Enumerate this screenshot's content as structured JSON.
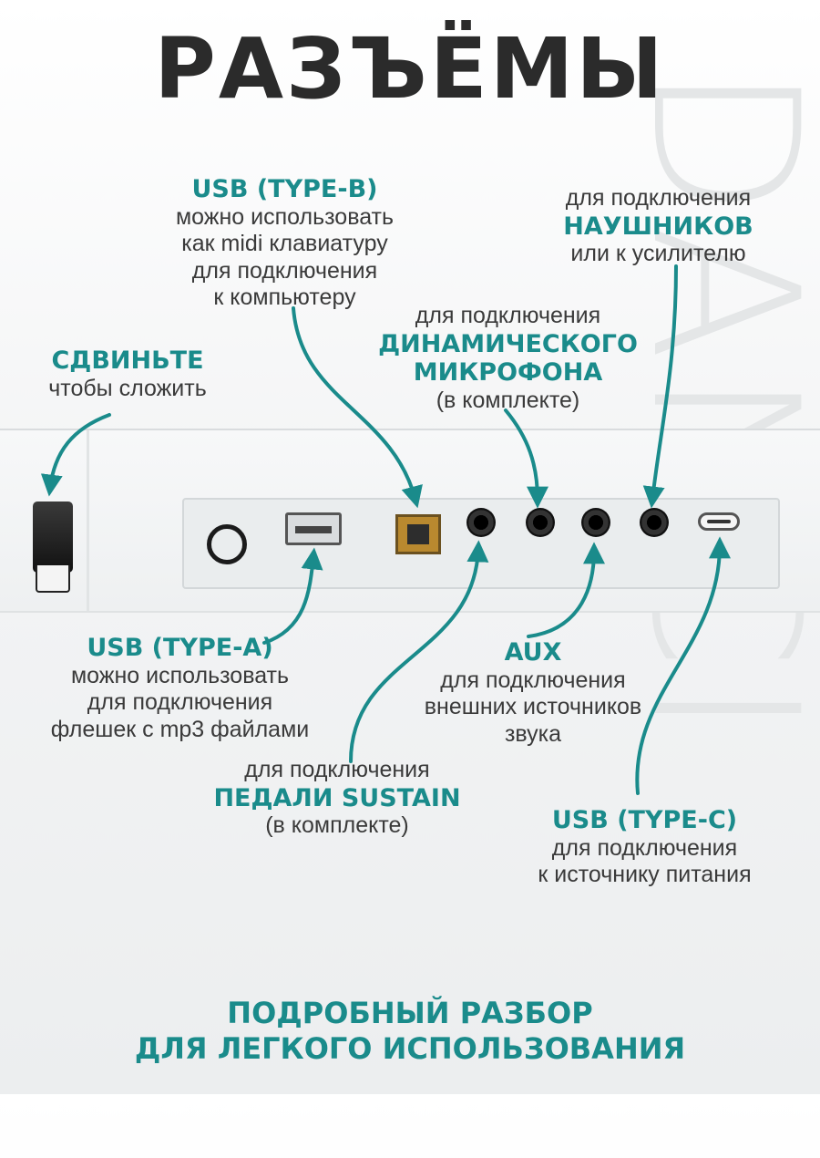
{
  "title": "РАЗЪЁМЫ",
  "watermark": "DANCI",
  "labels": {
    "slide": {
      "title": "СДВИНЬТЕ",
      "desc1": "чтобы сложить"
    },
    "usb_b": {
      "title": "USB (TYPE-B)",
      "desc1": "можно использовать",
      "desc2": "как midi клавиатуру",
      "desc3": "для подключения",
      "desc4": "к компьютеру"
    },
    "headphones": {
      "pre": "для подключения",
      "title": "НАУШНИКОВ",
      "desc1": "или к усилителю"
    },
    "mic": {
      "pre": "для подключения",
      "title1": "ДИНАМИЧЕСКОГО",
      "title2": "МИКРОФОНА",
      "desc1": "(в комплекте)"
    },
    "usb_a": {
      "title": "USB (TYPE-A)",
      "desc1": "можно использовать",
      "desc2": "для подключения",
      "desc3": "флешек с mp3 файлами"
    },
    "aux": {
      "title": "AUX",
      "desc1": "для подключения",
      "desc2": "внешних источников",
      "desc3": "звука"
    },
    "sustain": {
      "pre": "для подключения",
      "title": "ПЕДАЛИ SUSTAIN",
      "desc1": "(в комплекте)"
    },
    "usb_c": {
      "title": "USB (TYPE-C)",
      "desc1": "для подключения",
      "desc2": "к источнику питания"
    }
  },
  "footer": {
    "line1": "ПОДРОБНЫЙ РАЗБОР",
    "line2": "ДЛЯ ЛЕГКОГО ИСПОЛЬЗОВАНИЯ"
  },
  "colors": {
    "accent": "#1a8b8b",
    "text": "#3a3a3a",
    "title": "#2b2b2b"
  }
}
